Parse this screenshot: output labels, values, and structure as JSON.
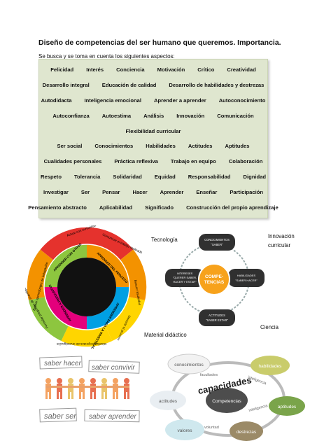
{
  "header": {
    "title": "Diseño de competencias del ser humano que queremos.   Importancia.",
    "intro": "Se busca y se toma en cuenta los siguientes aspectos:"
  },
  "aspects": [
    [
      "Felicidad",
      "Interés",
      "Conciencia",
      "Motivación",
      "Crítico",
      "Creatividad"
    ],
    [
      "Desarrollo integral",
      "Educación de calidad",
      "Desarrollo de habilidades y destrezas"
    ],
    [
      "Autodidacta",
      "Inteligencia emocional",
      "Aprender a aprender",
      "Autoconocimiento"
    ],
    [
      "Autoconfianza",
      "Autoestima",
      "Análisis",
      "Innovación",
      "Comunicación"
    ],
    [
      "Flexibilidad curricular"
    ],
    [
      "Ser social",
      "Conocimientos",
      "Habilidades",
      "Actitudes",
      "Aptitudes"
    ],
    [
      "Cualidades personales",
      "Práctica reflexiva",
      "Trabajo en equipo",
      "Colaboración"
    ],
    [
      "Respeto",
      "Tolerancia",
      "Solidaridad",
      "Equidad",
      "Responsabilidad",
      "Dignidad"
    ],
    [
      "Investigar",
      "Ser",
      "Pensar",
      "Hacer",
      "Aprender",
      "Enseñar",
      "Participación"
    ],
    [
      "Pensamiento abstracto",
      "Aplicabilidad",
      "Significado",
      "Construcción del propio aprendizaje"
    ]
  ],
  "wheel": {
    "outer": [
      "Actuar con curiosidad",
      "Comunicar el trabajo realizado",
      "Buscar resultados",
      "Generar el proceso",
      "Diseñar proyectos de investigación",
      "Formular preguntas de investigación",
      "Buscar aprendizajes de indagación"
    ],
    "inner": [
      "APRENDER CON OTROS",
      "APRENDER DEL PROCESO",
      "APRENDER PARA LA INVESTIGACIÓN",
      "APRENDER A PREGUNTAR"
    ]
  },
  "labels": {
    "tecnologia": "Tecnología",
    "innovacion_1": "Innovación",
    "innovacion_2": "curricular",
    "ciencia": "Ciencia",
    "material": "Material didáctico"
  },
  "competencias": {
    "center": "COMPE-TENCIAS",
    "center_1": "COMPE-",
    "center_2": "TENCIAS",
    "top_1": "CONOCIMIENTOS",
    "top_2": "\"SABER\"",
    "left_1": "INTERESES",
    "left_2": "\"QUERER SABER,",
    "left_3": "HACER Y ESTAR\"",
    "right_1": "HABILIDADES",
    "right_2": "\"SABER HACER\"",
    "bottom_1": "ACTITUDES",
    "bottom_2": "\"SABER ESTAR\""
  },
  "saber": {
    "hacer": "saber hacer",
    "convivir": "saber convivir",
    "ser": "saber ser",
    "aprender": "saber aprender"
  },
  "capacidades": {
    "title": "capacidades",
    "center": "Competencias",
    "nodes": [
      "conocimientos",
      "habilidades",
      "aptitudes",
      "destrezas",
      "valores",
      "actitudes"
    ],
    "arrows": [
      "facultades",
      "inteligencia",
      "inteligencia",
      "voluntad"
    ]
  },
  "colors": {
    "box_bg": "#dfe6cf",
    "wheel_red": "#e5322d",
    "wheel_orange": "#f39200",
    "wheel_yellow": "#ffd500",
    "wheel_green": "#8dc63f",
    "wheel_blue": "#00a0e3",
    "wheel_pink": "#e4007c",
    "comp_orange": "#f7a21b",
    "comp_dark": "#303030"
  }
}
